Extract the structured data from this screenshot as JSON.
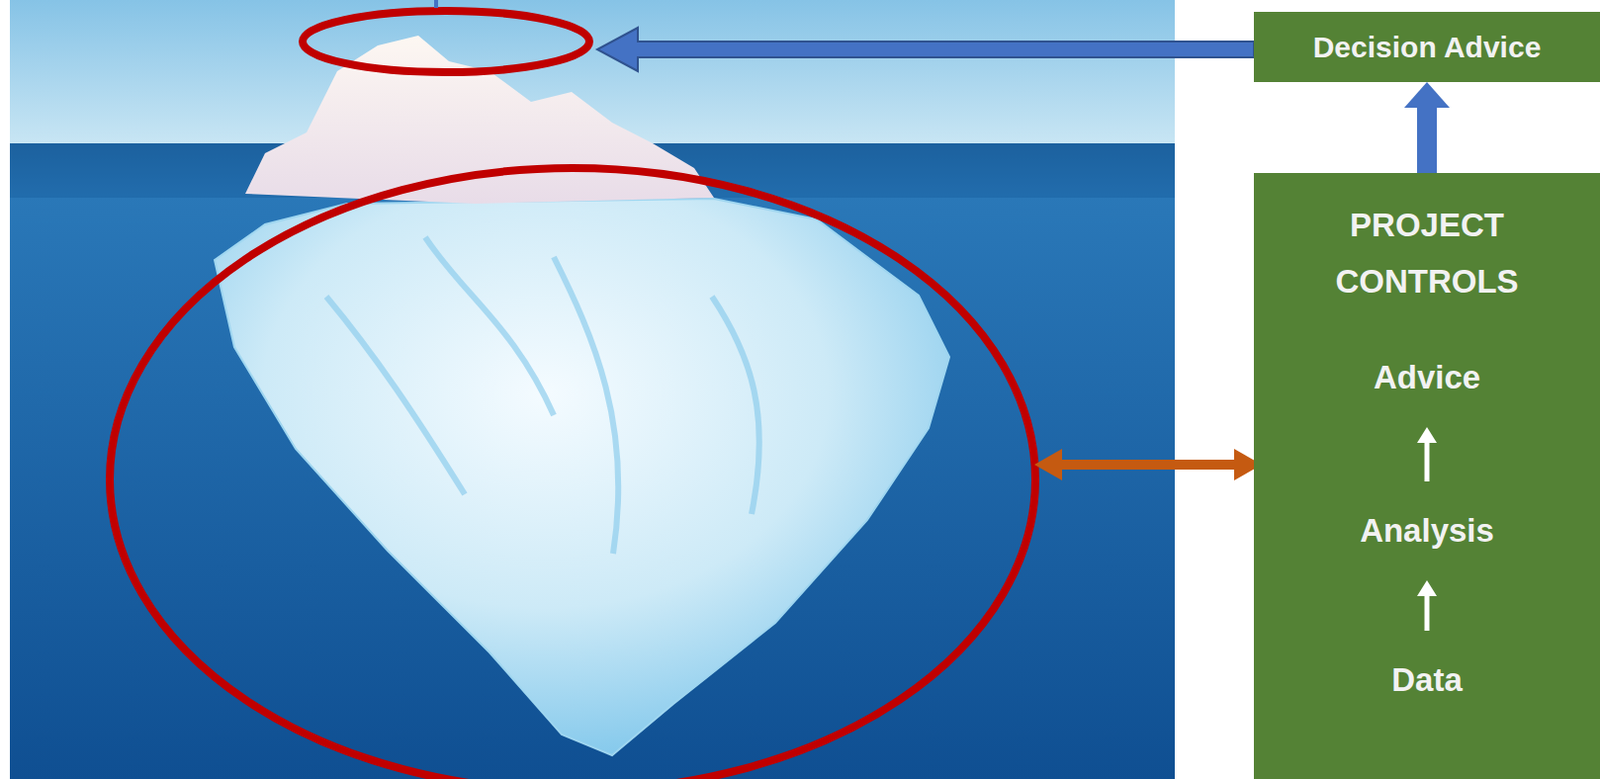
{
  "diagram": {
    "nodes": [
      {
        "text": [
          "Decision Advice"
        ]
      },
      {
        "text": [
          "PROJECT CONTROLS"
        ]
      },
      {
        "text": [
          "Advice"
        ],
        "in": 1
      },
      {
        "text": [
          "Analysis"
        ],
        "in": 1
      },
      {
        "text": [
          "Data"
        ],
        "in": 1
      }
    ],
    "edges": [
      {
        "from": 4,
        "to": 3,
        "arrow": "to"
      },
      {
        "from": 3,
        "to": 2,
        "arrow": "to"
      },
      {
        "from": 1,
        "to": 0,
        "arrow": "to"
      }
    ]
  }
}
